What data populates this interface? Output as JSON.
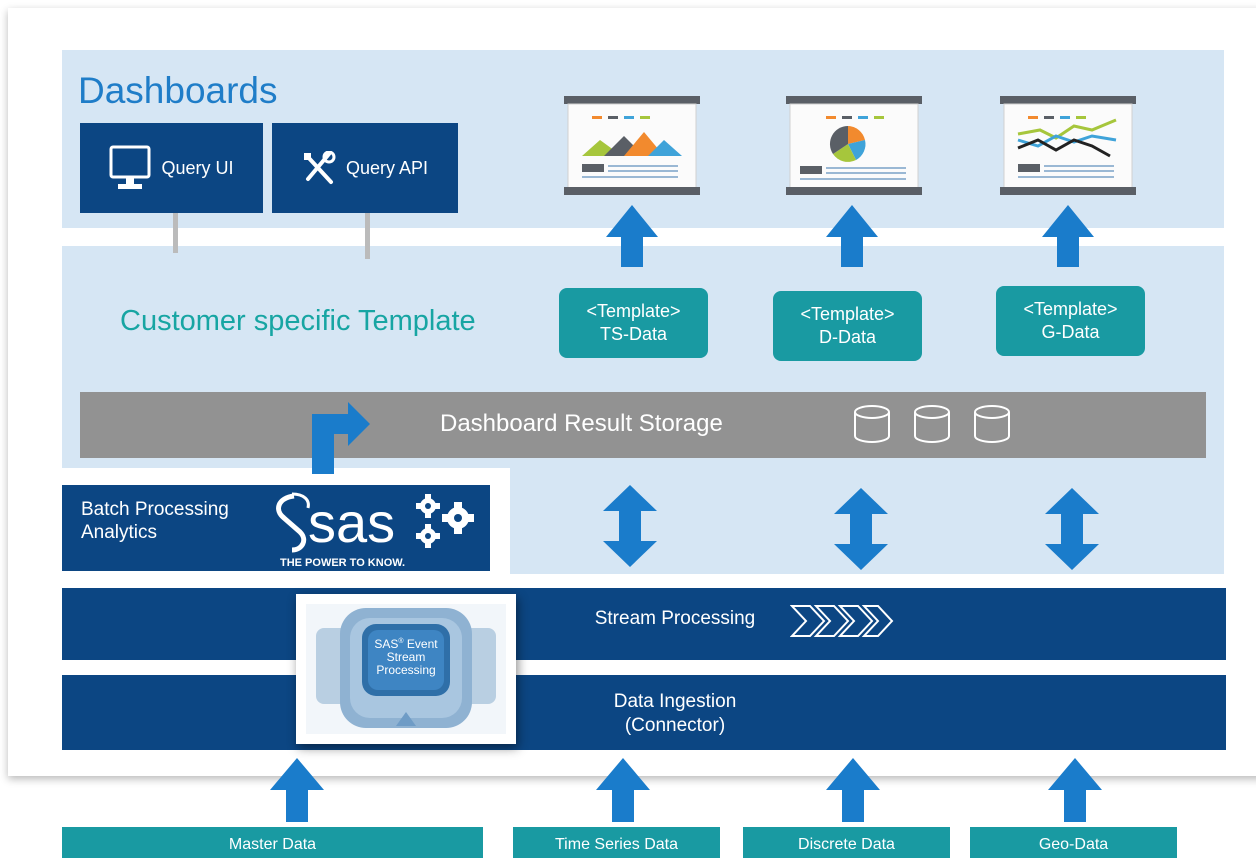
{
  "dashboards": {
    "title": "Dashboards",
    "query_ui": "Query UI",
    "query_api": "Query API"
  },
  "template_section": {
    "title": "Customer specific Template",
    "templates": [
      {
        "tag": "<Template>",
        "name": "TS-Data"
      },
      {
        "tag": "<Template>",
        "name": "D-Data"
      },
      {
        "tag": "<Template>",
        "name": "G-Data"
      }
    ]
  },
  "storage": {
    "label": "Dashboard Result Storage"
  },
  "batch": {
    "label_line1": "Batch Processing",
    "label_line2": "Analytics",
    "sas_logo_text": "sas",
    "sas_tagline": "THE POWER TO KNOW."
  },
  "stream": {
    "label": "Stream Processing"
  },
  "ingestion": {
    "label_line1": "Data Ingestion",
    "label_line2": "(Connector)"
  },
  "esp_logo": {
    "line1": "SAS",
    "line1_sup": "®",
    "line1b": " Event",
    "line2": "Stream",
    "line3": "Processing"
  },
  "sources": [
    "Master Data",
    "Time Series Data",
    "Discrete Data",
    "Geo-Data"
  ],
  "colors": {
    "navy": "#0c4683",
    "light_blue": "#d6e6f4",
    "teal": "#199aa2",
    "arrow_blue": "#1a7ccb",
    "storage_gray": "#929292",
    "title_blue": "#1f7dc8"
  },
  "icons": [
    "monitor-icon",
    "tools-icon",
    "gear-icon",
    "database-icon",
    "chevron-arrows-icon",
    "arrow-up-icon",
    "arrow-updown-icon",
    "bent-arrow-icon"
  ]
}
